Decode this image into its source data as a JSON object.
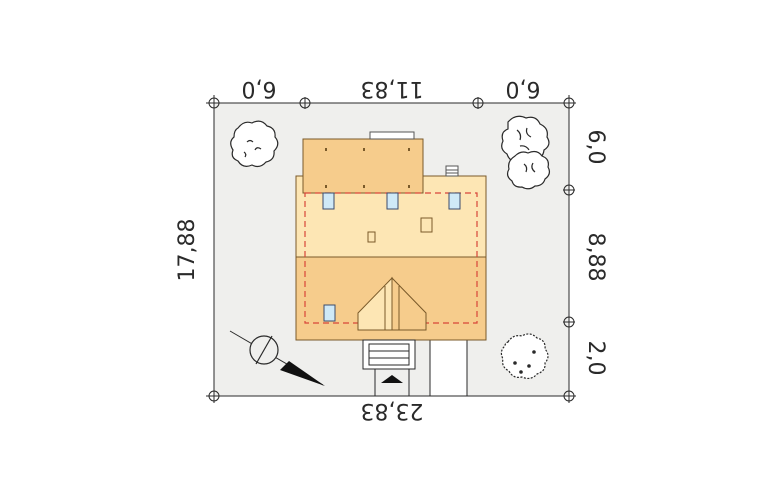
{
  "site_plan": {
    "dimensions": {
      "top_left": "6,0",
      "top_middle": "11,83",
      "top_right": "6,0",
      "bottom_total": "23,83",
      "left_total": "17,88",
      "right_top": "6,0",
      "right_middle": "8,88",
      "right_bottom": "2,0"
    },
    "colors": {
      "plot": "#efefed",
      "roof_light": "#fde6b4",
      "roof_dark": "#f6cc8c",
      "dash": "#d8453a",
      "window": "#cfe9f7",
      "line": "#2a2a2a"
    },
    "icons": [
      "north-arrow-icon",
      "entrance-arrow-icon",
      "tree-icon"
    ]
  }
}
